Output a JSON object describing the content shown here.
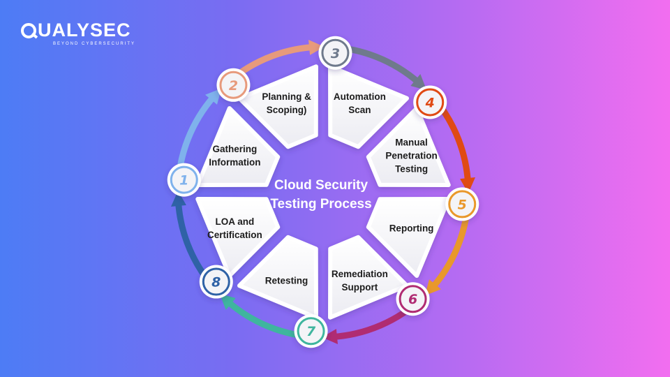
{
  "brand": {
    "name": "QUALYSEC",
    "name_tail": "UALYSEC",
    "tagline": "BEYOND CYBERSECURITY"
  },
  "diagram": {
    "title_line1": "Cloud Security",
    "title_line2": "Testing Process",
    "steps": [
      {
        "number": "1",
        "lines": [
          "Gathering",
          "Information"
        ],
        "color": "#7fb2ec"
      },
      {
        "number": "2",
        "lines": [
          "Planning &",
          "Scoping)"
        ],
        "color": "#e79a7c"
      },
      {
        "number": "3",
        "lines": [
          "Automation",
          "Scan"
        ],
        "color": "#6f7a8c"
      },
      {
        "number": "4",
        "lines": [
          "Manual",
          "Penetration",
          "Testing"
        ],
        "color": "#e04a14"
      },
      {
        "number": "5",
        "lines": [
          "Reporting"
        ],
        "color": "#e9982b"
      },
      {
        "number": "6",
        "lines": [
          "Remediation",
          "Support"
        ],
        "color": "#b02c72"
      },
      {
        "number": "7",
        "lines": [
          "Retesting"
        ],
        "color": "#3fb59e"
      },
      {
        "number": "8",
        "lines": [
          "LOA and",
          "Certification"
        ],
        "color": "#2f62a6"
      }
    ]
  }
}
